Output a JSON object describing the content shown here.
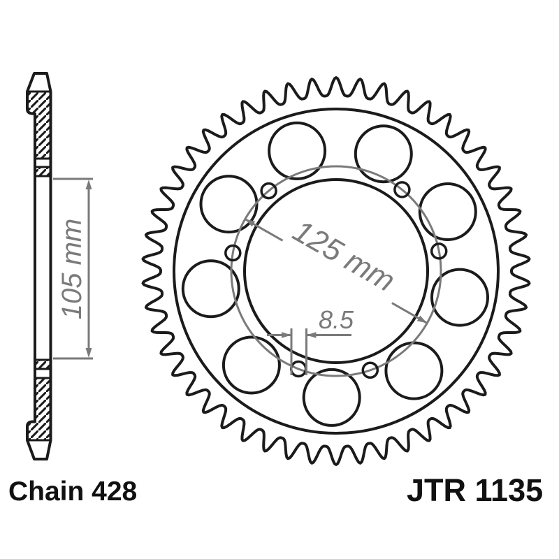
{
  "part": {
    "chain_label": "Chain 428",
    "part_number": "JTR 1135"
  },
  "dimensions": {
    "hub_height": "105 mm",
    "bolt_circle_diameter": "125 mm",
    "bolt_hole_diameter": "8.5"
  },
  "sprocket": {
    "teeth": 50,
    "lightening_hole_count": 9,
    "lightening_hole_start_angle": 28,
    "lightening_hole_step_angle": 40,
    "bolt_hole_count": 6,
    "bolt_hole_angles": [
      11,
      51,
      130,
      170,
      249,
      289
    ]
  },
  "colors": {
    "ink": "#1b1b1b",
    "dimension_gray": "#7a7a7a",
    "background": "#ffffff"
  }
}
